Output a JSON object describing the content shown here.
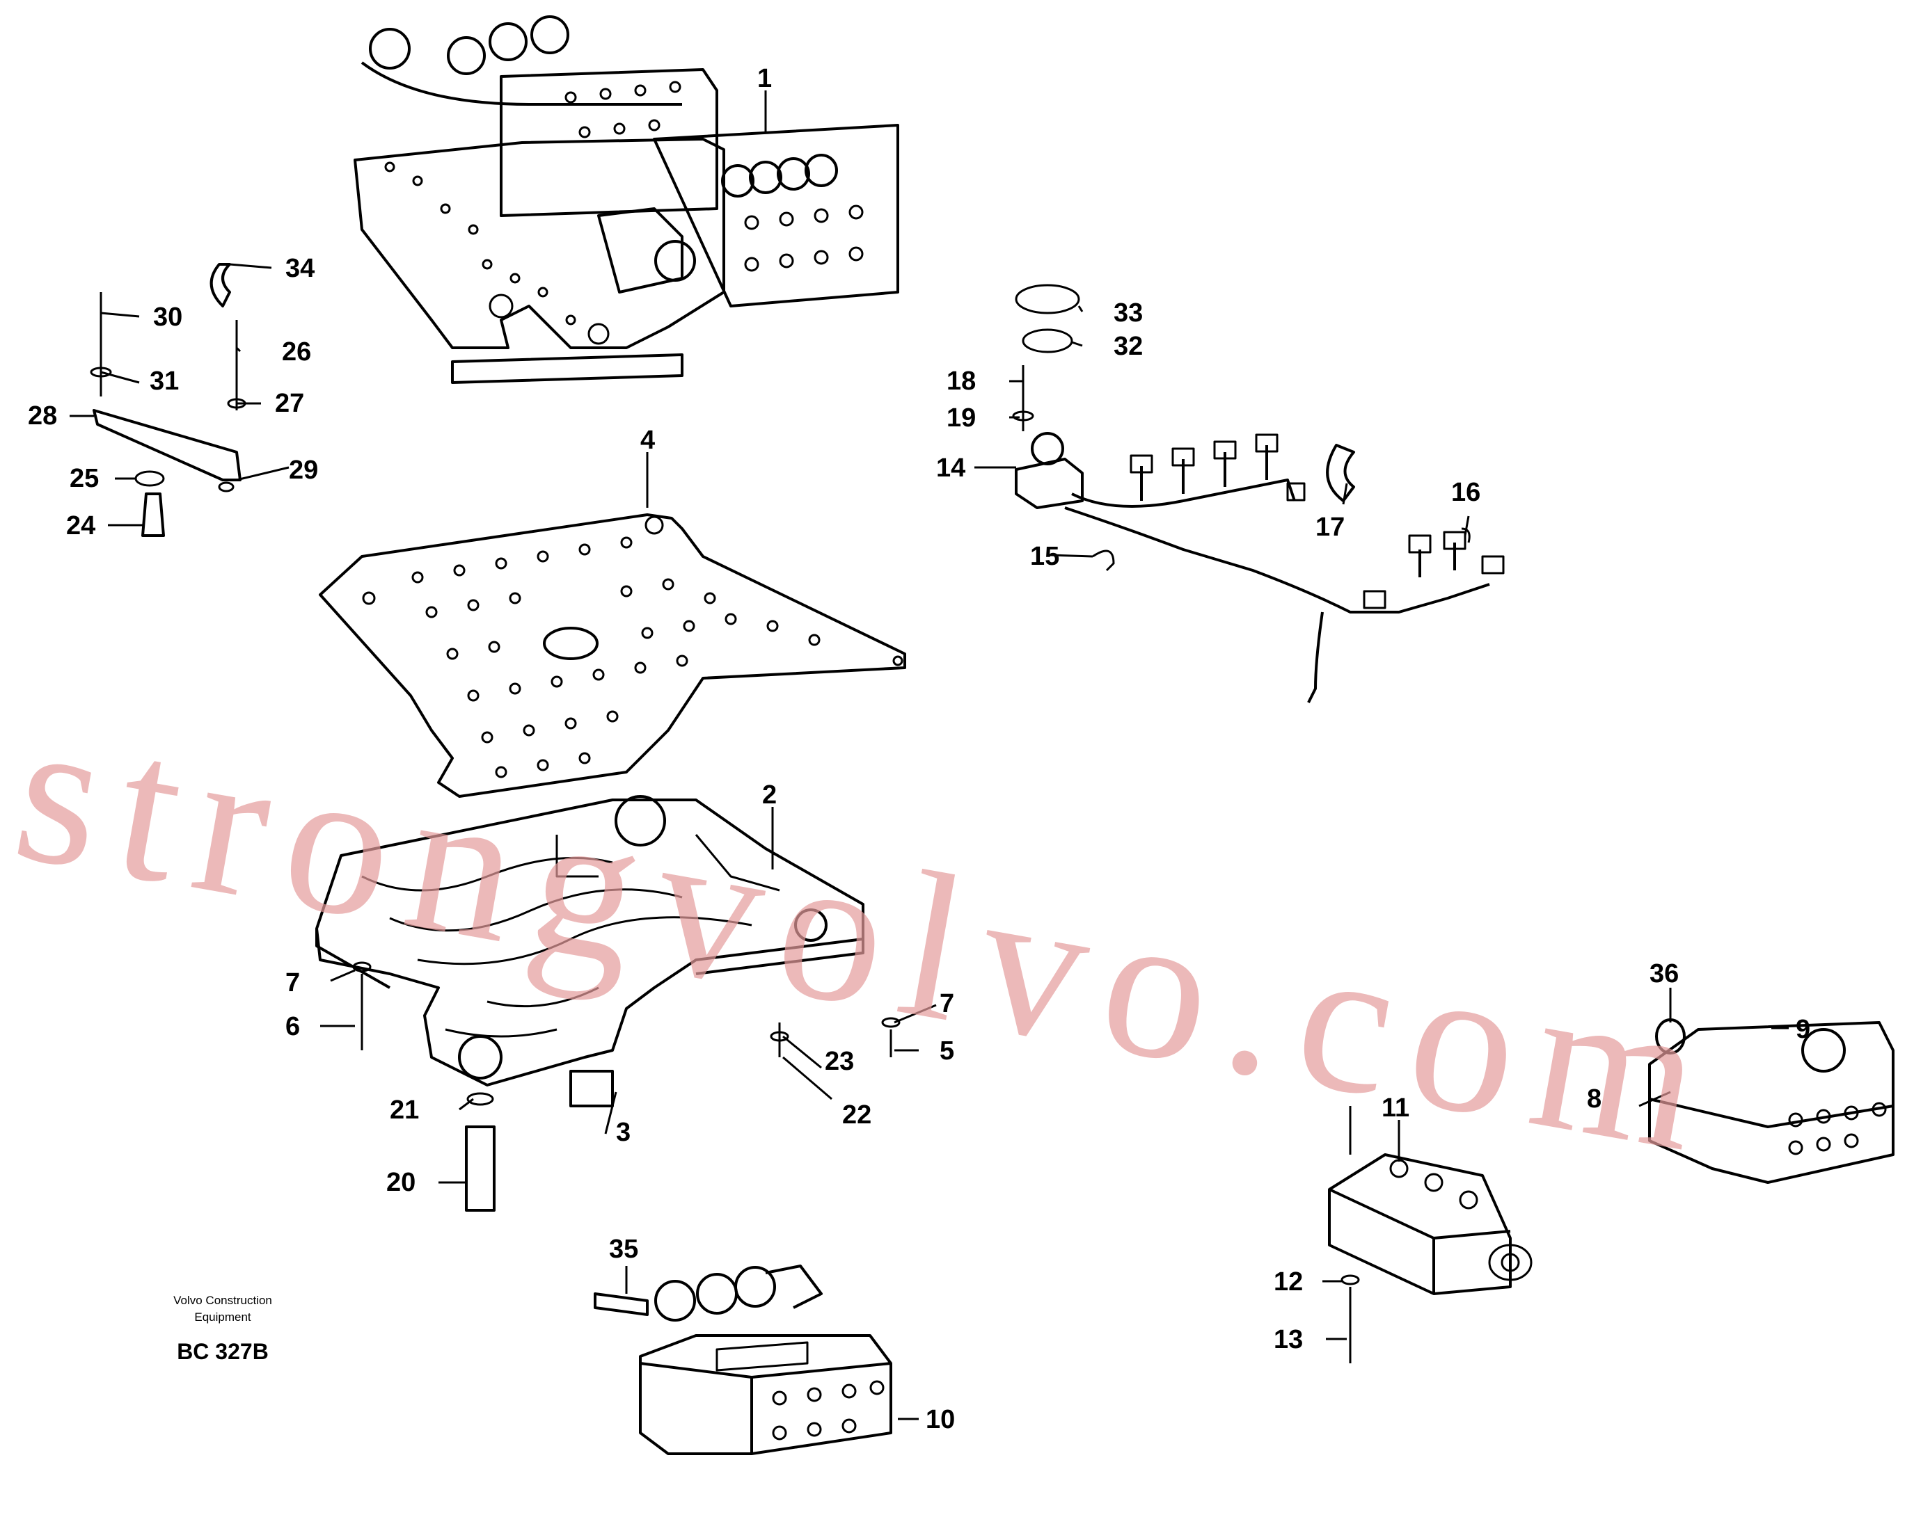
{
  "callouts": {
    "n1": "1",
    "n2": "2",
    "n3": "3",
    "n4": "4",
    "n5": "5",
    "n6": "6",
    "n7a": "7",
    "n7b": "7",
    "n8": "8",
    "n9": "9",
    "n10": "10",
    "n11": "11",
    "n12": "12",
    "n13": "13",
    "n14": "14",
    "n15": "15",
    "n16": "16",
    "n17": "17",
    "n18": "18",
    "n19": "19",
    "n20": "20",
    "n21": "21",
    "n22": "22",
    "n23": "23",
    "n24": "24",
    "n25": "25",
    "n26": "26",
    "n27": "27",
    "n28": "28",
    "n29": "29",
    "n30": "30",
    "n31": "31",
    "n32": "32",
    "n33": "33",
    "n34": "34",
    "n35": "35",
    "n36": "36"
  },
  "caption": {
    "line1": "Volvo Construction",
    "line2": "Equipment",
    "code": "BC 327B"
  },
  "watermark": "strongvolvo.com",
  "colors": {
    "ink": "#000000",
    "watermark": "#e59c9c",
    "background": "#ffffff"
  }
}
